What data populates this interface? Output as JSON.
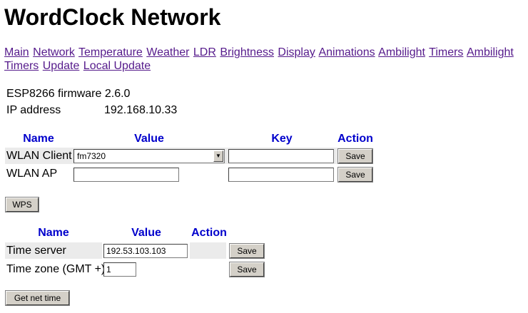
{
  "title": "WordClock Network",
  "nav": [
    "Main",
    "Network",
    "Temperature",
    "Weather",
    "LDR",
    "Brightness",
    "Display",
    "Animations",
    "Ambilight",
    "Timers",
    "Ambilight Timers",
    "Update",
    "Local Update"
  ],
  "info": {
    "firmware_label": "ESP8266 firmware",
    "firmware_value": "2.6.0",
    "ip_label": "IP address",
    "ip_value": "192.168.10.33"
  },
  "wlan_table": {
    "headers": {
      "name": "Name",
      "value": "Value",
      "key": "Key",
      "action": "Action"
    },
    "client": {
      "label": "WLAN Client",
      "selected": "fm7320",
      "key": "",
      "save": "Save"
    },
    "ap": {
      "label": "WLAN AP",
      "value": "",
      "key": "",
      "save": "Save"
    }
  },
  "wps_button": "WPS",
  "time_table": {
    "headers": {
      "name": "Name",
      "value": "Value",
      "action": "Action"
    },
    "server": {
      "label": "Time server",
      "value": "192.53.103.103",
      "save": "Save"
    },
    "zone": {
      "label": "Time zone (GMT +)",
      "value": "1",
      "save": "Save"
    }
  },
  "get_net_time_button": "Get net time",
  "colors": {
    "link": "#551a8b",
    "header": "#0000cc",
    "row_shade": "#ebebeb",
    "button_face": "#d4d0c8"
  }
}
